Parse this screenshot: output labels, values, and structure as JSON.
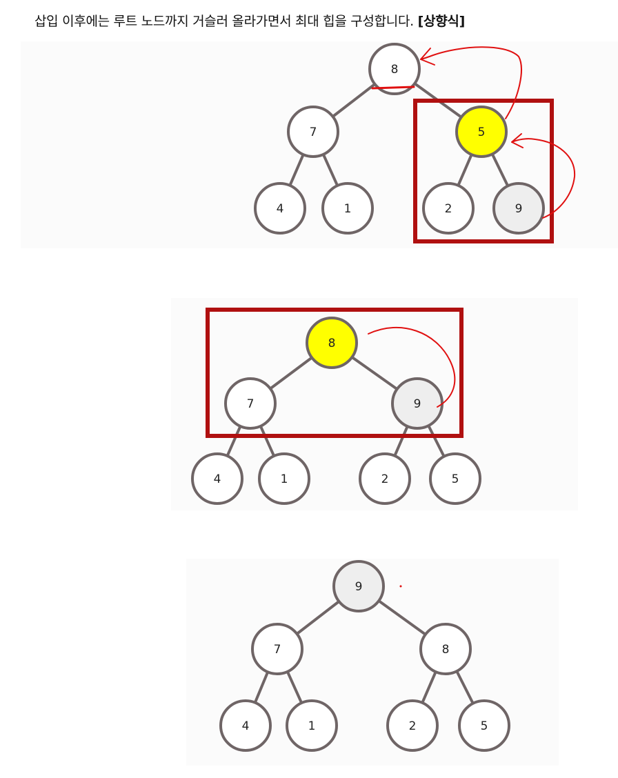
{
  "caption": {
    "text": "삽입 이후에는 루트 노드까지 거슬러 올라가면서 최대 힙을 구성합니다.",
    "emphasis": "[상향식]"
  },
  "colors": {
    "node_default": "#ffffff",
    "node_highlight": "#ffff00",
    "node_inserted": "#eeeeee",
    "node_stroke": "#6f6566",
    "box_stroke": "#b01010",
    "annotation": "#e01010"
  },
  "trees": [
    {
      "nodes": [
        {
          "label": "8",
          "state": "default"
        },
        {
          "label": "7",
          "state": "default"
        },
        {
          "label": "5",
          "state": "highlight"
        },
        {
          "label": "4",
          "state": "default"
        },
        {
          "label": "1",
          "state": "default"
        },
        {
          "label": "2",
          "state": "default"
        },
        {
          "label": "9",
          "state": "inserted"
        }
      ]
    },
    {
      "nodes": [
        {
          "label": "8",
          "state": "highlight"
        },
        {
          "label": "7",
          "state": "default"
        },
        {
          "label": "9",
          "state": "inserted"
        },
        {
          "label": "4",
          "state": "default"
        },
        {
          "label": "1",
          "state": "default"
        },
        {
          "label": "2",
          "state": "default"
        },
        {
          "label": "5",
          "state": "default"
        }
      ]
    },
    {
      "nodes": [
        {
          "label": "9",
          "state": "inserted"
        },
        {
          "label": "7",
          "state": "default"
        },
        {
          "label": "8",
          "state": "default"
        },
        {
          "label": "4",
          "state": "default"
        },
        {
          "label": "1",
          "state": "default"
        },
        {
          "label": "2",
          "state": "default"
        },
        {
          "label": "5",
          "state": "default"
        }
      ]
    }
  ]
}
